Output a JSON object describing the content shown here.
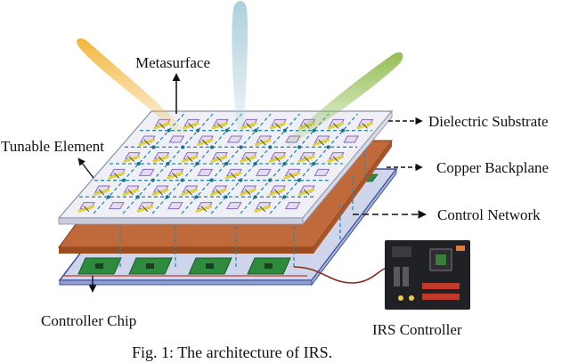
{
  "labels": {
    "metasurface": "Metasurface",
    "dielectric_substrate": "Dielectric  Substrate",
    "tunable_element": "Tunable Element",
    "copper_backplane": "Copper Backplane",
    "control_network": "Control  Network",
    "controller_chip": "Controller Chip",
    "irs_controller": "IRS Controller"
  },
  "caption": "Fig. 1: The architecture of IRS.",
  "colors": {
    "substrate": "#eef0f6",
    "copper": "#b9622d",
    "pcb": "#cfd6ec",
    "chip": "#2e8b3e",
    "network_line": "#2a8aa8",
    "wire": "#8b2e1e",
    "beam_orange": "#f2b233",
    "beam_blue": "#a8cdd9",
    "beam_green": "#8fba4a",
    "element_yellow": "#e0d23a",
    "element_purple": "#8a6bbf"
  },
  "grid": {
    "rows": 6,
    "cols": 8
  },
  "chip_count": 4
}
